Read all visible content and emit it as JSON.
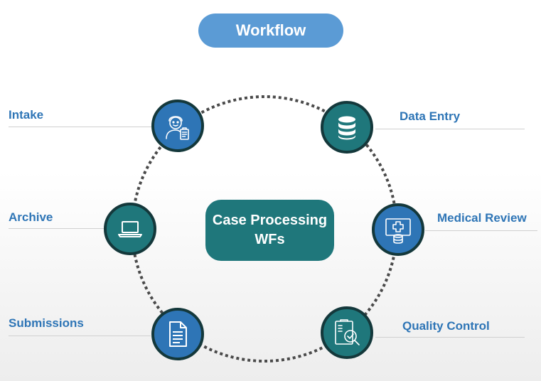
{
  "title": "Workflow",
  "center": {
    "line1": "Case Processing",
    "line2": "WFs"
  },
  "stages": {
    "intake": "Intake",
    "data_entry": "Data Entry",
    "archive": "Archive",
    "medical_review": "Medical Review",
    "submissions": "Submissions",
    "quality_control": "Quality Control"
  },
  "icons": {
    "intake": "person-with-clipboard-icon",
    "data_entry": "database-icon",
    "archive": "laptop-icon",
    "medical_review": "monitor-database-icon",
    "submissions": "document-icon",
    "quality_control": "clipboard-magnifier-icon"
  },
  "colors": {
    "title_pill": "#5b9bd5",
    "center_box": "#1f777b",
    "label_text": "#2e75b6",
    "node_blue": "#2e75b6",
    "node_teal": "#1f777b",
    "ring": "#4a4a4a"
  }
}
